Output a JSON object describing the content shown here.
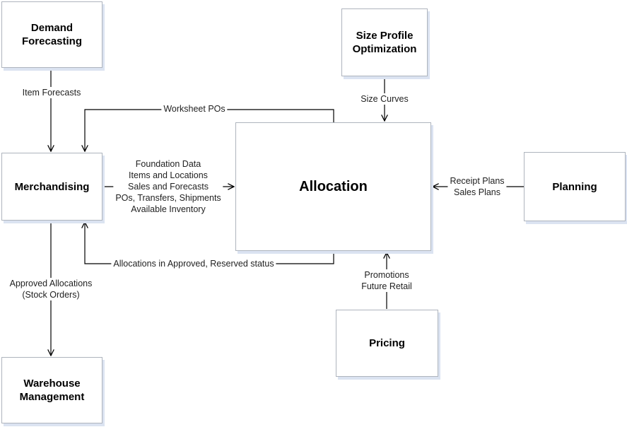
{
  "diagram": {
    "boxes": [
      {
        "id": "demand-forecasting",
        "label": "Demand Forecasting"
      },
      {
        "id": "size-profile-optimization",
        "label": "Size Profile Optimization"
      },
      {
        "id": "merchandising",
        "label": "Merchandising"
      },
      {
        "id": "allocation",
        "label": "Allocation"
      },
      {
        "id": "planning",
        "label": "Planning"
      },
      {
        "id": "pricing",
        "label": "Pricing"
      },
      {
        "id": "warehouse-management",
        "label": "Warehouse Management"
      }
    ],
    "edges": [
      {
        "from": "Demand Forecasting",
        "to": "Merchandising",
        "lines": [
          "Item Forecasts"
        ]
      },
      {
        "from": "Allocation",
        "to": "Merchandising",
        "lines": [
          "Worksheet POs"
        ]
      },
      {
        "from": "Merchandising",
        "to": "Allocation",
        "lines": [
          "Foundation Data",
          "Items and Locations",
          "Sales and Forecasts",
          "POs, Transfers, Shipments",
          "Available Inventory"
        ]
      },
      {
        "from": "Size Profile Optimization",
        "to": "Allocation",
        "lines": [
          "Size Curves"
        ]
      },
      {
        "from": "Planning",
        "to": "Allocation",
        "lines": [
          "Receipt Plans",
          "Sales Plans"
        ]
      },
      {
        "from": "Pricing",
        "to": "Allocation",
        "lines": [
          "Promotions",
          "Future Retail"
        ]
      },
      {
        "from": "Allocation",
        "to": "Merchandising",
        "lines": [
          "Allocations in Approved, Reserved status"
        ]
      },
      {
        "from": "Merchandising",
        "to": "Warehouse Management",
        "lines": [
          "Approved Allocations",
          "(Stock Orders)"
        ]
      }
    ],
    "colors": {
      "background": "#ffffff",
      "line": "#000000",
      "text": "#000000",
      "box_border": "#aeb4bd",
      "box_shadow": "#dbe3f1"
    }
  }
}
